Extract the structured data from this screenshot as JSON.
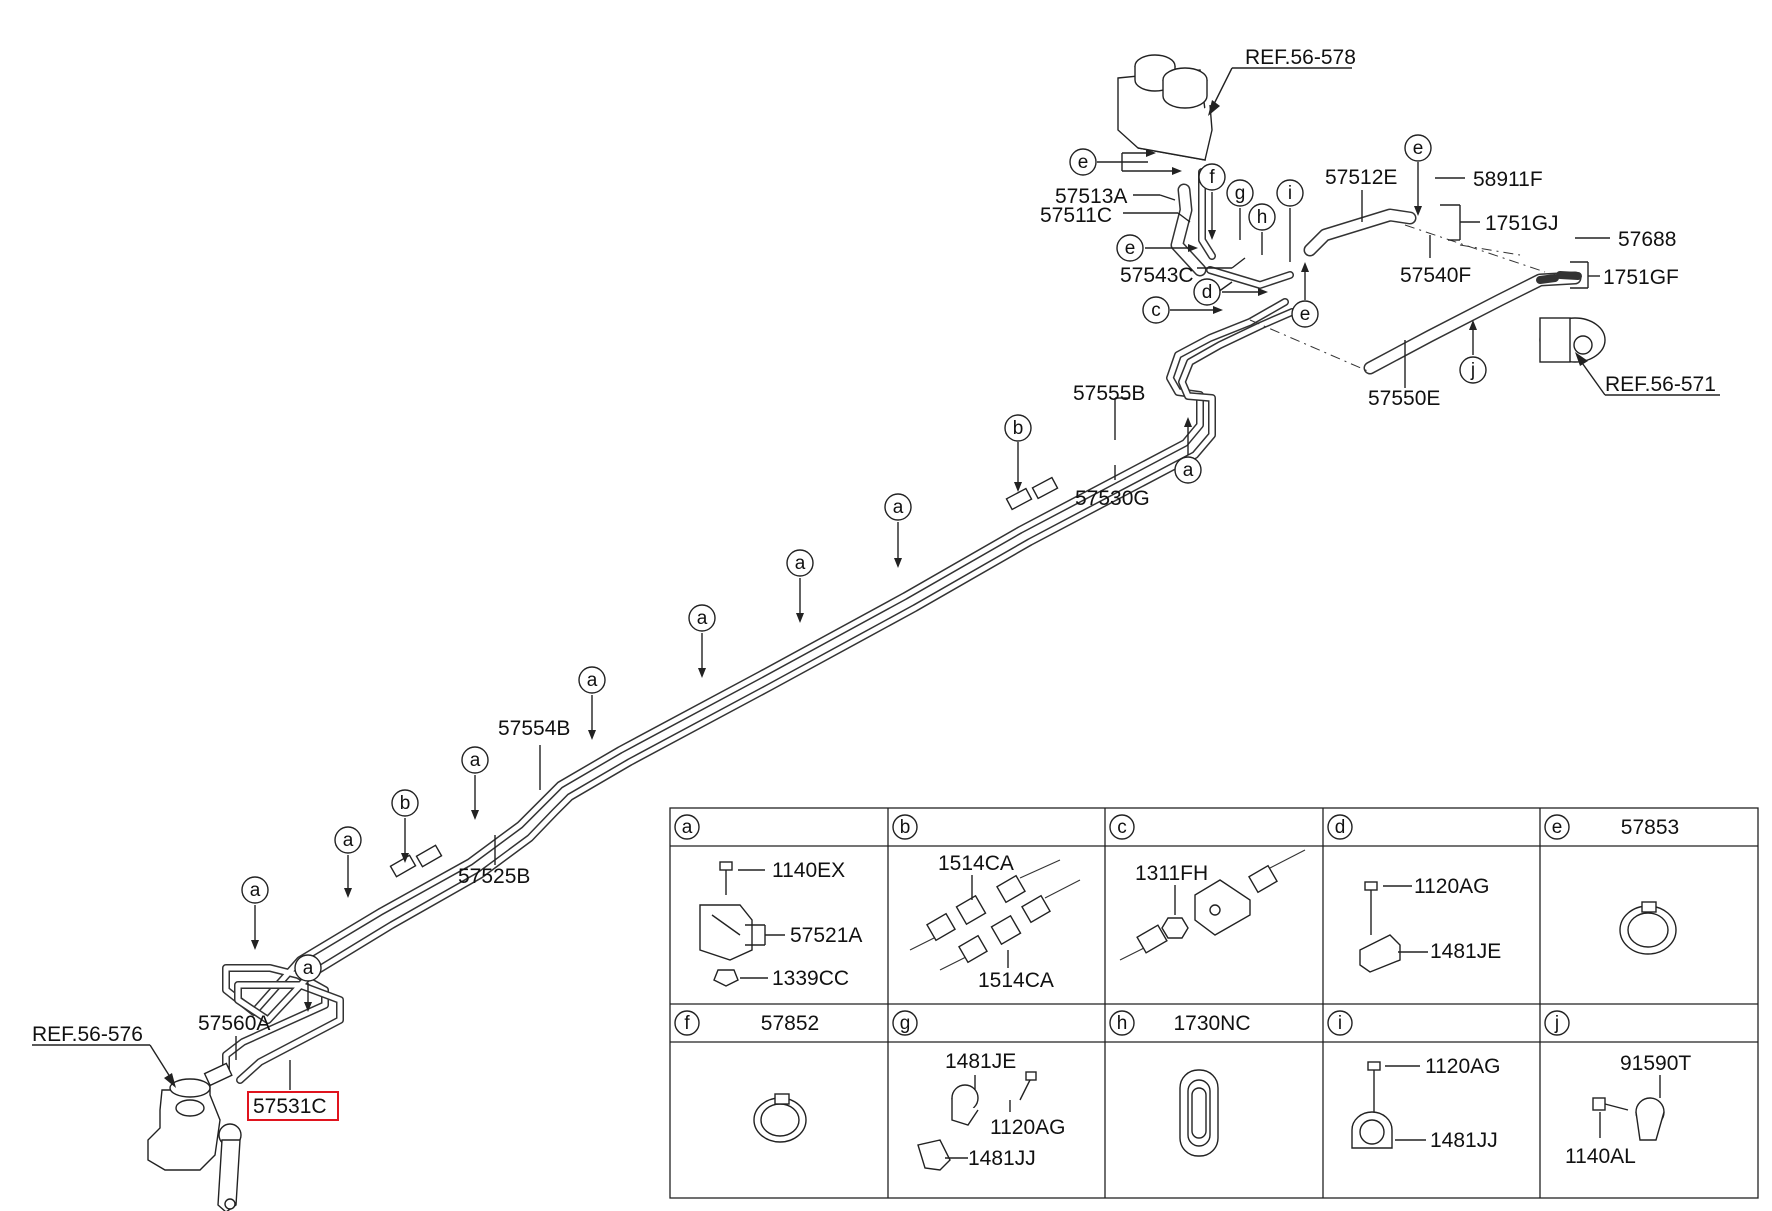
{
  "refs": {
    "reservoir": "REF.56-578",
    "pump": "REF.56-571",
    "gear_box": "REF.56-576"
  },
  "parts": {
    "p57513A": "57513A",
    "p57511C": "57511C",
    "p57543C": "57543C",
    "p57512E": "57512E",
    "p58911F": "58911F",
    "p1751GJ": "1751GJ",
    "p57540F": "57540F",
    "p57688": "57688",
    "p1751GF": "1751GF",
    "p57550E": "57550E",
    "p57555B": "57555B",
    "p57530G": "57530G",
    "p57554B": "57554B",
    "p57525B": "57525B",
    "p57560A": "57560A",
    "p57531C": "57531C"
  },
  "callouts": {
    "a": "a",
    "b": "b",
    "c": "c",
    "d": "d",
    "e": "e",
    "f": "f",
    "g": "g",
    "h": "h",
    "i": "i",
    "j": "j"
  },
  "highlight_color": "#e0141e",
  "legend": {
    "cells": {
      "a": {
        "letter": "a",
        "title": "",
        "labels": [
          "1140EX",
          "57521A",
          "1339CC"
        ]
      },
      "b": {
        "letter": "b",
        "title": "",
        "labels": [
          "1514CA",
          "1514CA"
        ]
      },
      "c": {
        "letter": "c",
        "title": "",
        "labels": [
          "1311FH"
        ]
      },
      "d": {
        "letter": "d",
        "title": "",
        "labels": [
          "1120AG",
          "1481JE"
        ]
      },
      "e": {
        "letter": "e",
        "title": "57853",
        "labels": []
      },
      "f": {
        "letter": "f",
        "title": "57852",
        "labels": []
      },
      "g": {
        "letter": "g",
        "title": "",
        "labels": [
          "1481JE",
          "1120AG",
          "1481JJ"
        ]
      },
      "h": {
        "letter": "h",
        "title": "1730NC",
        "labels": []
      },
      "i": {
        "letter": "i",
        "title": "",
        "labels": [
          "1120AG",
          "1481JJ"
        ]
      },
      "j": {
        "letter": "j",
        "title": "",
        "labels": [
          "91590T",
          "1140AL"
        ]
      }
    }
  }
}
